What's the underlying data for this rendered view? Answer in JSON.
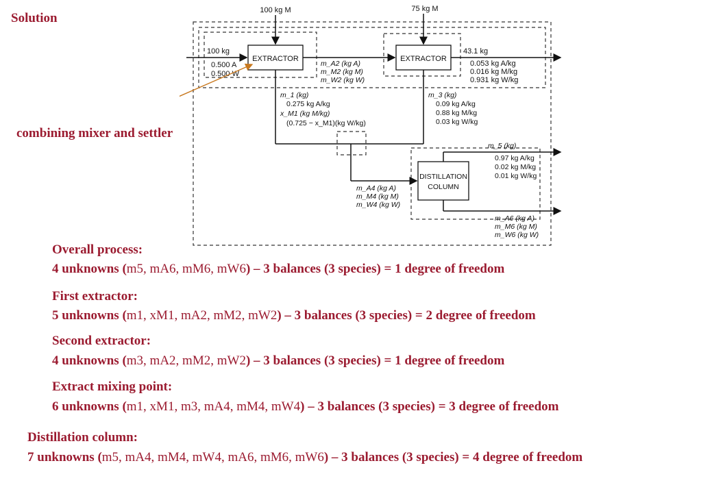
{
  "solution_label": "Solution",
  "note_label": "combining mixer and settler",
  "diagram": {
    "feed_m": "100 kg M",
    "feed_m2": "75 kg M",
    "feed_in": "100 kg",
    "feed_in_a": "0.500 A",
    "feed_in_w": "0.500 W",
    "extractor1": "EXTRACTOR",
    "extractor2": "EXTRACTOR",
    "mid_a": "m_A2 (kg A)",
    "mid_m": "m_M2 (kg M)",
    "mid_w": "m_W2 (kg W)",
    "out_top": "43.1 kg",
    "out_top_a": "0.053 kg A/kg",
    "out_top_m": "0.016 kg M/kg",
    "out_top_w": "0.931 kg W/kg",
    "m1": "m_1 (kg)",
    "m1_a": "0.275 kg A/kg",
    "m1_m": "x_M1 (kg M/kg)",
    "m1_w": "(0.725 − x_M1)(kg W/kg)",
    "m3": "m_3 (kg)",
    "m3_a": "0.09 kg A/kg",
    "m3_m": "0.88 kg M/kg",
    "m3_w": "0.03 kg W/kg",
    "m5": "m_5 (kg)",
    "m5_a": "0.97 kg A/kg",
    "m5_m": "0.02 kg M/kg",
    "m5_w": "0.01 kg W/kg",
    "dist1": "DISTILLATION",
    "dist2": "COLUMN",
    "m4_a": "m_A4 (kg A)",
    "m4_m": "m_M4 (kg M)",
    "m4_w": "m_W4 (kg W)",
    "m6_a": "m_A6 (kg A)",
    "m6_m": "m_M6 (kg M)",
    "m6_w": "m_W6 (kg W)"
  },
  "sections": [
    {
      "heading": "Overall process:",
      "prefix": "4 unknowns (",
      "vars": "m5, mA6, mM6, mW6",
      "suffix": ") – 3 balances (3 species) = 1 degree of freedom"
    },
    {
      "heading": "First extractor:",
      "prefix": "5 unknowns (",
      "vars": "m1, xM1, mA2, mM2, mW2",
      "suffix": ") – 3 balances (3 species) = 2 degree of freedom"
    },
    {
      "heading": "Second extractor:",
      "prefix": "4 unknowns (",
      "vars": "m3, mA2, mM2, mW2",
      "suffix": ") – 3 balances (3 species) = 1 degree of freedom"
    },
    {
      "heading": "Extract mixing point:",
      "prefix": "6 unknowns (",
      "vars": "m1, xM1, m3, mA4, mM4, mW4",
      "suffix": ") – 3 balances (3 species) = 3 degree of freedom"
    },
    {
      "heading": "Distillation column:",
      "prefix": "7 unknowns (",
      "vars": "m5, mA4, mM4, mW4, mA6, mM6, mW6",
      "suffix": ") – 3 balances (3 species) = 4 degree of freedom"
    }
  ]
}
